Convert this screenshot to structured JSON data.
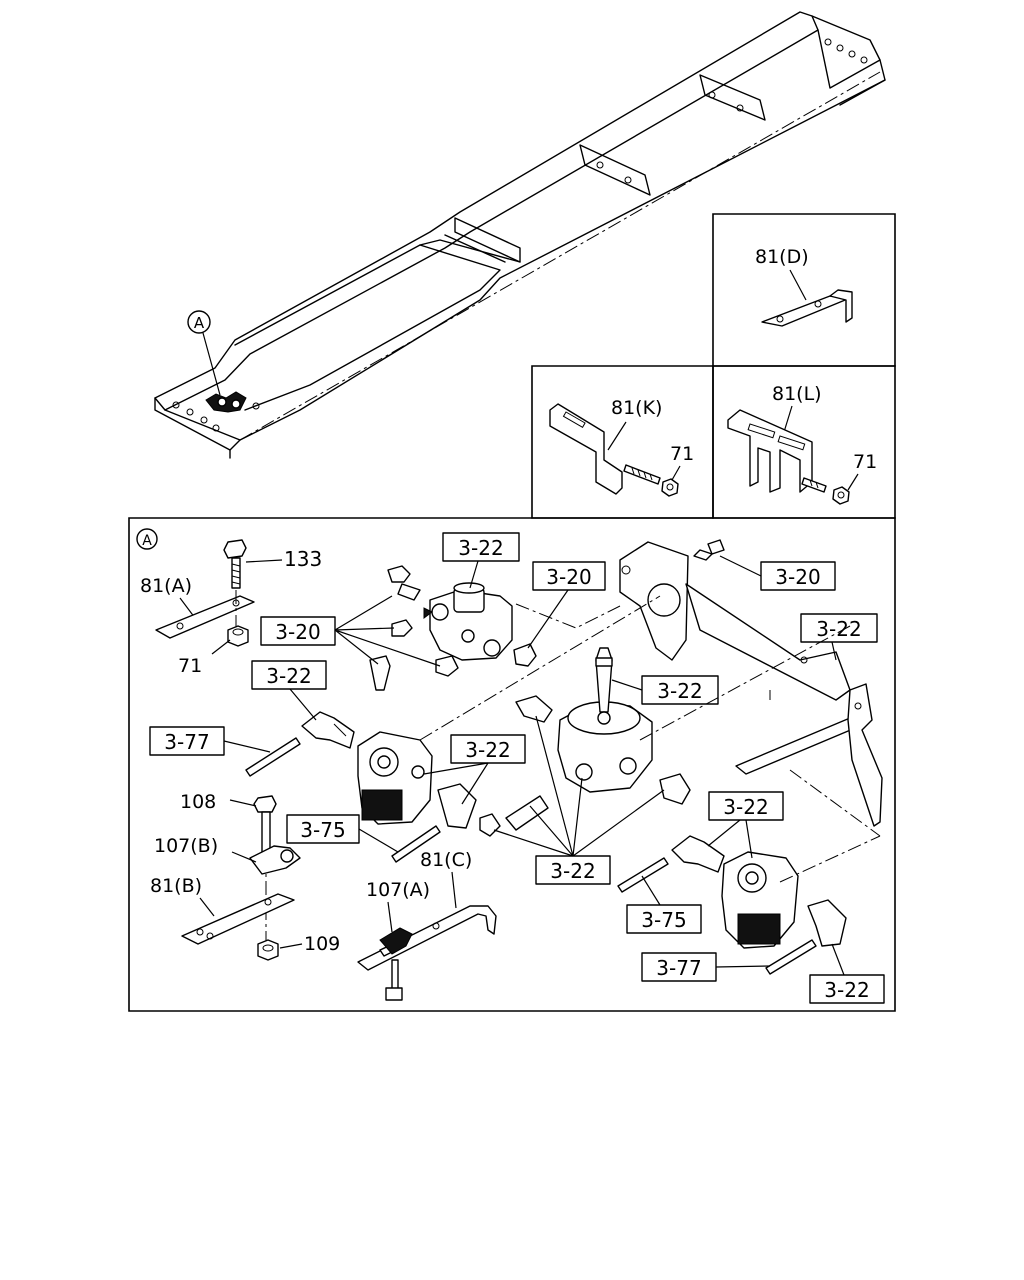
{
  "callouts": {
    "detail_marker": "A",
    "inset_a_marker": "A",
    "d_bracket": "81(D)",
    "k_bracket": "81(K)",
    "k_nut": "71",
    "l_bracket": "81(L)",
    "l_nut": "71",
    "p133": "133",
    "p81a": "81(A)",
    "p71": "71",
    "p108": "108",
    "p107b": "107(B)",
    "p81b": "81(B)",
    "p109": "109",
    "p81c": "81(C)",
    "p107a": "107(A)"
  },
  "boxed_refs": {
    "r1": "3-22",
    "r2": "3-20",
    "r3": "3-20",
    "r4": "3-22",
    "r5": "3-20",
    "r6": "3-22",
    "r7": "3-22",
    "r8": "3-77",
    "r9": "3-22",
    "r10": "3-75",
    "r11": "3-22",
    "r12": "3-22",
    "r13": "3-75",
    "r14": "3-77",
    "r15": "3-22"
  }
}
